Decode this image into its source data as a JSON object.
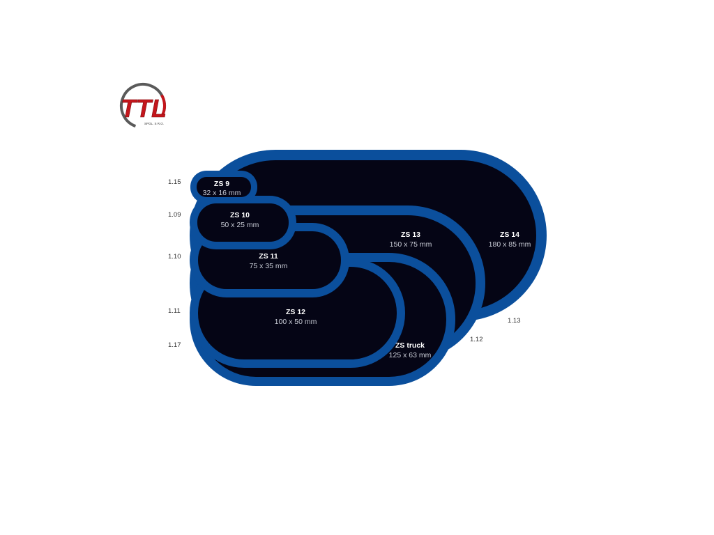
{
  "logo": {
    "brand": "TTL",
    "subtitle": "SPOL. S R.O."
  },
  "colors": {
    "patch_border": "#0b4f9c",
    "patch_fill": "#050515",
    "logo_red": "#c4161c",
    "logo_gray": "#5a5a5a"
  },
  "patches": [
    {
      "id": "zs14",
      "name": "ZS 14",
      "size": "180 x 85 mm",
      "code": "1.13"
    },
    {
      "id": "zs13",
      "name": "ZS 13",
      "size": "150 x 75 mm",
      "code": "1.12"
    },
    {
      "id": "zstruck",
      "name": "ZS truck",
      "size": "125 x 63 mm",
      "code": "1.17"
    },
    {
      "id": "zs12",
      "name": "ZS 12",
      "size": "100 x 50 mm",
      "code": "1.11"
    },
    {
      "id": "zs11",
      "name": "ZS 11",
      "size": "75 x 35 mm",
      "code": "1.10"
    },
    {
      "id": "zs10",
      "name": "ZS 10",
      "size": "50 x 25 mm",
      "code": "1.09"
    },
    {
      "id": "zs9",
      "name": "ZS 9",
      "size": "32 x 16 mm",
      "code": "1.15"
    }
  ]
}
